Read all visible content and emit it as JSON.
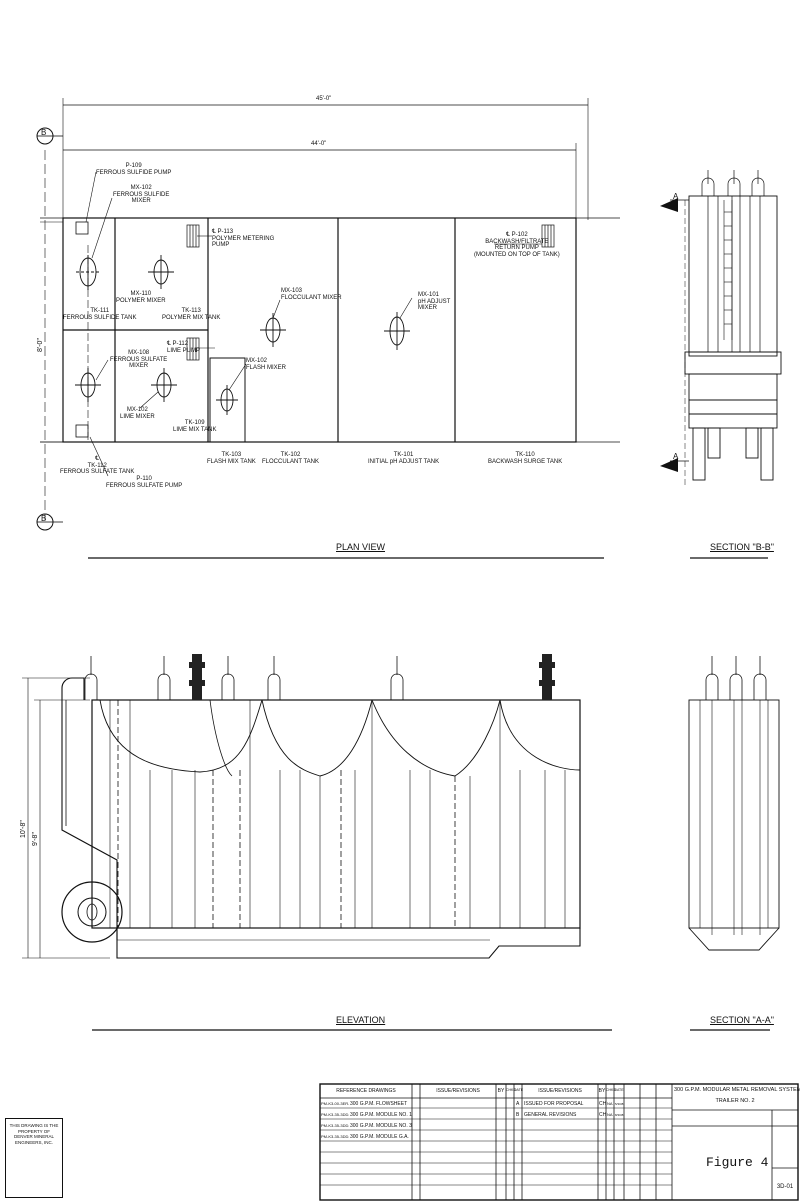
{
  "views": {
    "plan": "PLAN VIEW",
    "section_bb": "SECTION \"B-B\"",
    "elevation": "ELEVATION",
    "section_aa": "SECTION \"A-A\""
  },
  "dimensions": {
    "overall": "45'-0\"",
    "inner": "44'-0\"",
    "width": "8'-0\"",
    "height_total": "10'-8\"",
    "height_tank": "9'-8\""
  },
  "section_markers": {
    "b": "B",
    "a": "A"
  },
  "equipment": {
    "p109": "P-109\nFERROUS SULFIDE PUMP",
    "mx102_sulfide": "MX-102\nFERROUS SULFIDE\nMIXER",
    "tk111": "TK-111\nFERROUS SULFIDE TANK",
    "mx110": "MX-110\nPOLYMER MIXER",
    "tk113": "TK-113\nPOLYMER MIX TANK",
    "p113": "℄ P-113\nPOLYMER METERING\nPUMP",
    "mx103": "MX-103\nFLOCCULANT MIXER",
    "mx101": "MX-101\npH ADJUST\nMIXER",
    "p102": "℄ P-102\nBACKWASH/FILTRATE\nRETURN PUMP\n(MOUNTED ON TOP OF TANK)",
    "mx108": "MX-108\nFERROUS SULFATE\nMIXER",
    "p112": "℄ P-112\nLIME PUMP",
    "mx102_flash": "MX-102\nFLASH MIXER",
    "mx102_lime": "MX-102\nLIME MIXER",
    "tk109": "TK-109\nLIME MIX TANK",
    "tk112": "℄\nTK-112\nFERROUS SULFATE TANK",
    "p110": "P-110\nFERROUS SULFATE PUMP",
    "tk103": "TK-103\nFLASH MIX TANK",
    "tk102": "TK-102\nFLOCCULANT TANK",
    "tk101": "TK-101\nINITIAL pH ADJUST TANK",
    "tk110": "TK-110\nBACKWASH SURGE TANK"
  },
  "title_block": {
    "ref_header": "REFERENCE DRAWINGS",
    "issue_header": "ISSUE/REVISIONS",
    "by": "BY",
    "chkd": "CHKD",
    "date": "DATE",
    "references": [
      {
        "no": "PM-K3-00-3ER-01",
        "desc": "300 G.P.M. FLOWSHEET"
      },
      {
        "no": "PM-K3-35-3DD-01",
        "desc": "300 G.P.M. MODULE NO. 1"
      },
      {
        "no": "PM-K3-35-3DD-03",
        "desc": "300 G.P.M. MODULE NO. 3"
      },
      {
        "no": "PM-K3-35-3DD-04",
        "desc": "300 G.P.M. MODULE G.A."
      }
    ],
    "revisions": [
      {
        "mark": "A",
        "desc": "ISSUED FOR PROPOSAL",
        "by": "CH",
        "chkd": "NA",
        "date": "5/30/89"
      },
      {
        "mark": "B",
        "desc": "GENERAL REVISIONS",
        "by": "CH",
        "chkd": "NA",
        "date": "8/30/89"
      }
    ],
    "project_title": "300 G.P.M. MODULAR METAL REMOVAL SYSTEM",
    "subtitle": "TRAILER NO. 2",
    "figure": "Figure 4",
    "sheet": "3D-01"
  },
  "stamp": "THIS DRAWING IS THE\nPROPERTY OF\nDENVER MINERAL\nENGINEERS, INC."
}
